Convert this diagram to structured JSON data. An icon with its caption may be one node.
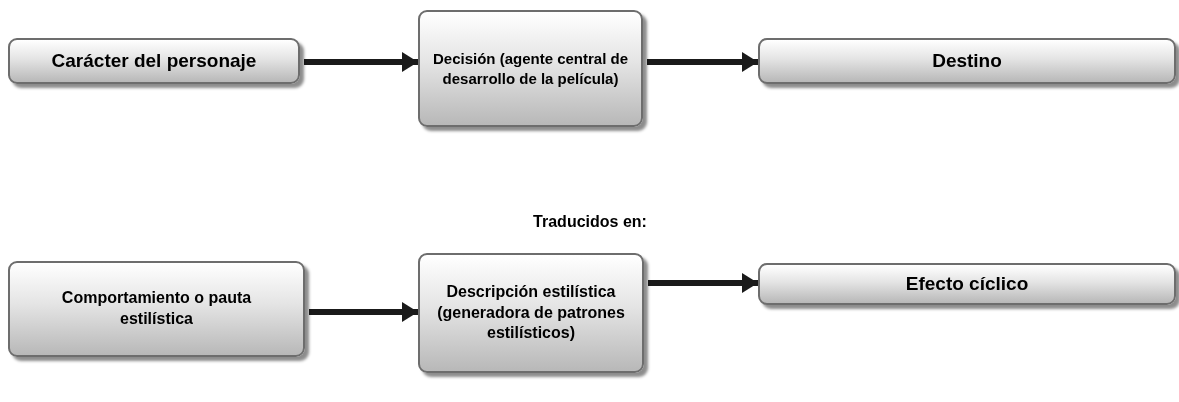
{
  "diagram": {
    "nodes": [
      {
        "text": [
          "Carácter del personaje"
        ]
      },
      {
        "text": [
          "Decisión (agente central de desarrollo de la película)"
        ]
      },
      {
        "text": [
          "Destino"
        ]
      },
      {
        "text": [
          "Comportamiento o pauta estilística"
        ]
      },
      {
        "text": [
          "Descripción estilística (generadora de patrones estilísticos)"
        ]
      },
      {
        "text": [
          "Efecto cíclico"
        ]
      }
    ],
    "edges": [
      {
        "from": 0,
        "to": 1,
        "arrow": "to"
      },
      {
        "from": 1,
        "to": 2,
        "arrow": "to"
      },
      {
        "from": 3,
        "to": 4,
        "arrow": "to"
      },
      {
        "from": 4,
        "to": 5,
        "arrow": "to"
      }
    ],
    "labels": [
      "Traducidos en:"
    ]
  }
}
